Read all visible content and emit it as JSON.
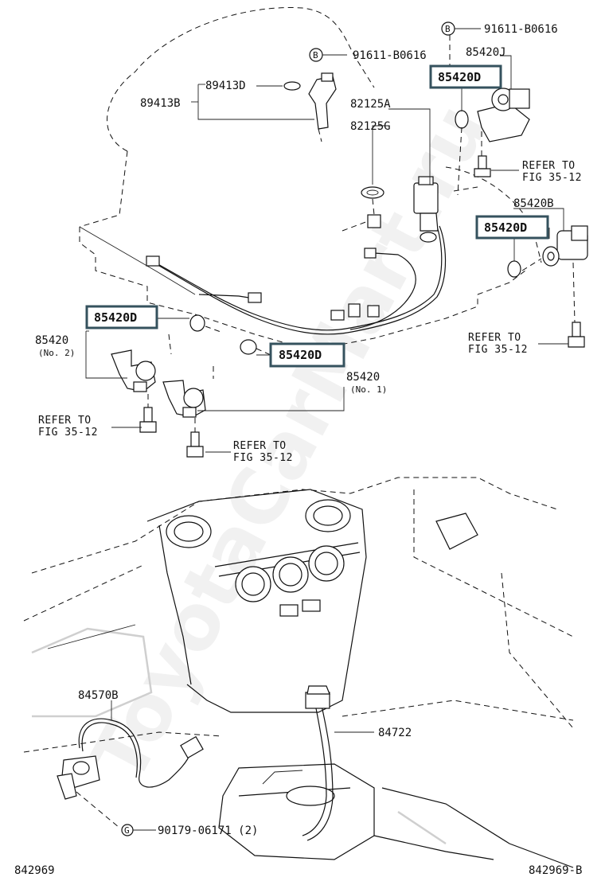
{
  "labels": {
    "bolt_91611_top": "91611-B0616",
    "bolt_91611_left": "91611-B0616",
    "p89413D": "89413D",
    "p89413B": "89413B",
    "p82125A": "82125A",
    "p82125G": "82125G",
    "p85420J": "85420J",
    "p85420B": "85420B",
    "p85420_no2": "85420",
    "p85420_no2_sub": "(No. 2)",
    "p85420_no1": "85420",
    "p85420_no1_sub": "(No. 1)",
    "p84570B": "84570B",
    "p84722": "84722",
    "p90179": "90179-06171 (2)",
    "bolt_symbol": "B",
    "clip_symbol": "G"
  },
  "highlighted": {
    "top_right": "85420D",
    "mid_right": "85420D",
    "left": "85420D",
    "center": "85420D"
  },
  "references": {
    "refer_line1": "REFER TO",
    "refer_line2": "FIG 35-12"
  },
  "footer": {
    "left_code": "842969",
    "right_code": "842969-B"
  },
  "watermark": "ToyotaCarMart.ru",
  "colors": {
    "highlight_border": "#35525e",
    "line": "#111111"
  }
}
